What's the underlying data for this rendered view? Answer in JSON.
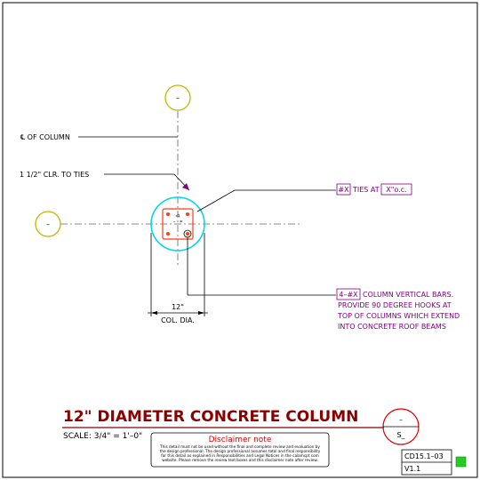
{
  "grid": {
    "top_bubble": "–",
    "left_bubble": "–"
  },
  "notes": {
    "centerline": "℄ OF COLUMN",
    "clearance": "1 1/2\" CLR. TO TIES",
    "ties_bar": "#X",
    "ties_text": "TIES AT",
    "ties_spacing": "X\"o.c.",
    "vertical_bars_tag": "4–#X",
    "vertical_bars_line1": "COLUMN VERTICAL BARS.",
    "vertical_bars_line2": "PROVIDE 90 DEGREE HOOKS AT",
    "vertical_bars_line3": "TOP OF COLUMNS WHICH EXTEND",
    "vertical_bars_line4": "INTO CONCRETE ROOF BEAMS",
    "dim_value": "12\"",
    "dim_label": "COL. DIA."
  },
  "title_block": {
    "title": "12\" DIAMETER CONCRETE COLUMN",
    "scale": "SCALE: 3/4\" = 1'–0\"",
    "section_top": "–",
    "section_bottom": "S_",
    "detail_number": "CD15.1–03",
    "version": "V1.1",
    "status_color": "#22cc22"
  },
  "disclaimer": {
    "heading": "Disclaimer note",
    "line1": "This detail must not be used without the final and complete review and evaluation by",
    "line2": "the design professional. The design professional assumes total and final responsibility",
    "line3": "for this detail as explained in Responsibilities and Legal Notices in the calamcpt.com",
    "line4": "website. Please remove the review text boxes and this disclaimer note after review."
  },
  "colors": {
    "bubble": "#c8b400",
    "column": "#00d8e8",
    "ties": "#ff3b1a",
    "leaders": "#800080",
    "title": "#8b0000"
  }
}
